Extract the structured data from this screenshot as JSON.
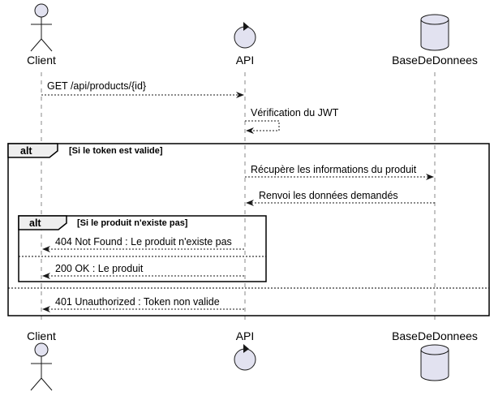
{
  "participants": [
    {
      "id": "client",
      "label": "Client",
      "kind": "actor"
    },
    {
      "id": "api",
      "label": "API",
      "kind": "control"
    },
    {
      "id": "db",
      "label": "BaseDeDonnees",
      "kind": "database"
    }
  ],
  "messages": [
    {
      "id": "m1",
      "label": "GET /api/products/{id}"
    },
    {
      "id": "m2",
      "label": "Vérification du JWT"
    },
    {
      "id": "m3",
      "label": "Récupère les informations du produit"
    },
    {
      "id": "m4",
      "label": "Renvoi les données demandés"
    },
    {
      "id": "m5",
      "label": "404 Not Found : Le produit n'existe pas"
    },
    {
      "id": "m6",
      "label": "200 OK : Le produit"
    },
    {
      "id": "m7",
      "label": "401 Unauthorized : Token non valide"
    }
  ],
  "frames": {
    "outer": {
      "keyword": "alt",
      "condition": "[Si le token est valide]"
    },
    "inner": {
      "keyword": "alt",
      "condition": "[Si le produit n'existe pas]"
    }
  },
  "colors": {
    "participant_fill": "#e2e2f0",
    "frame_tab_fill": "#eeeeee",
    "line": "#181818"
  }
}
